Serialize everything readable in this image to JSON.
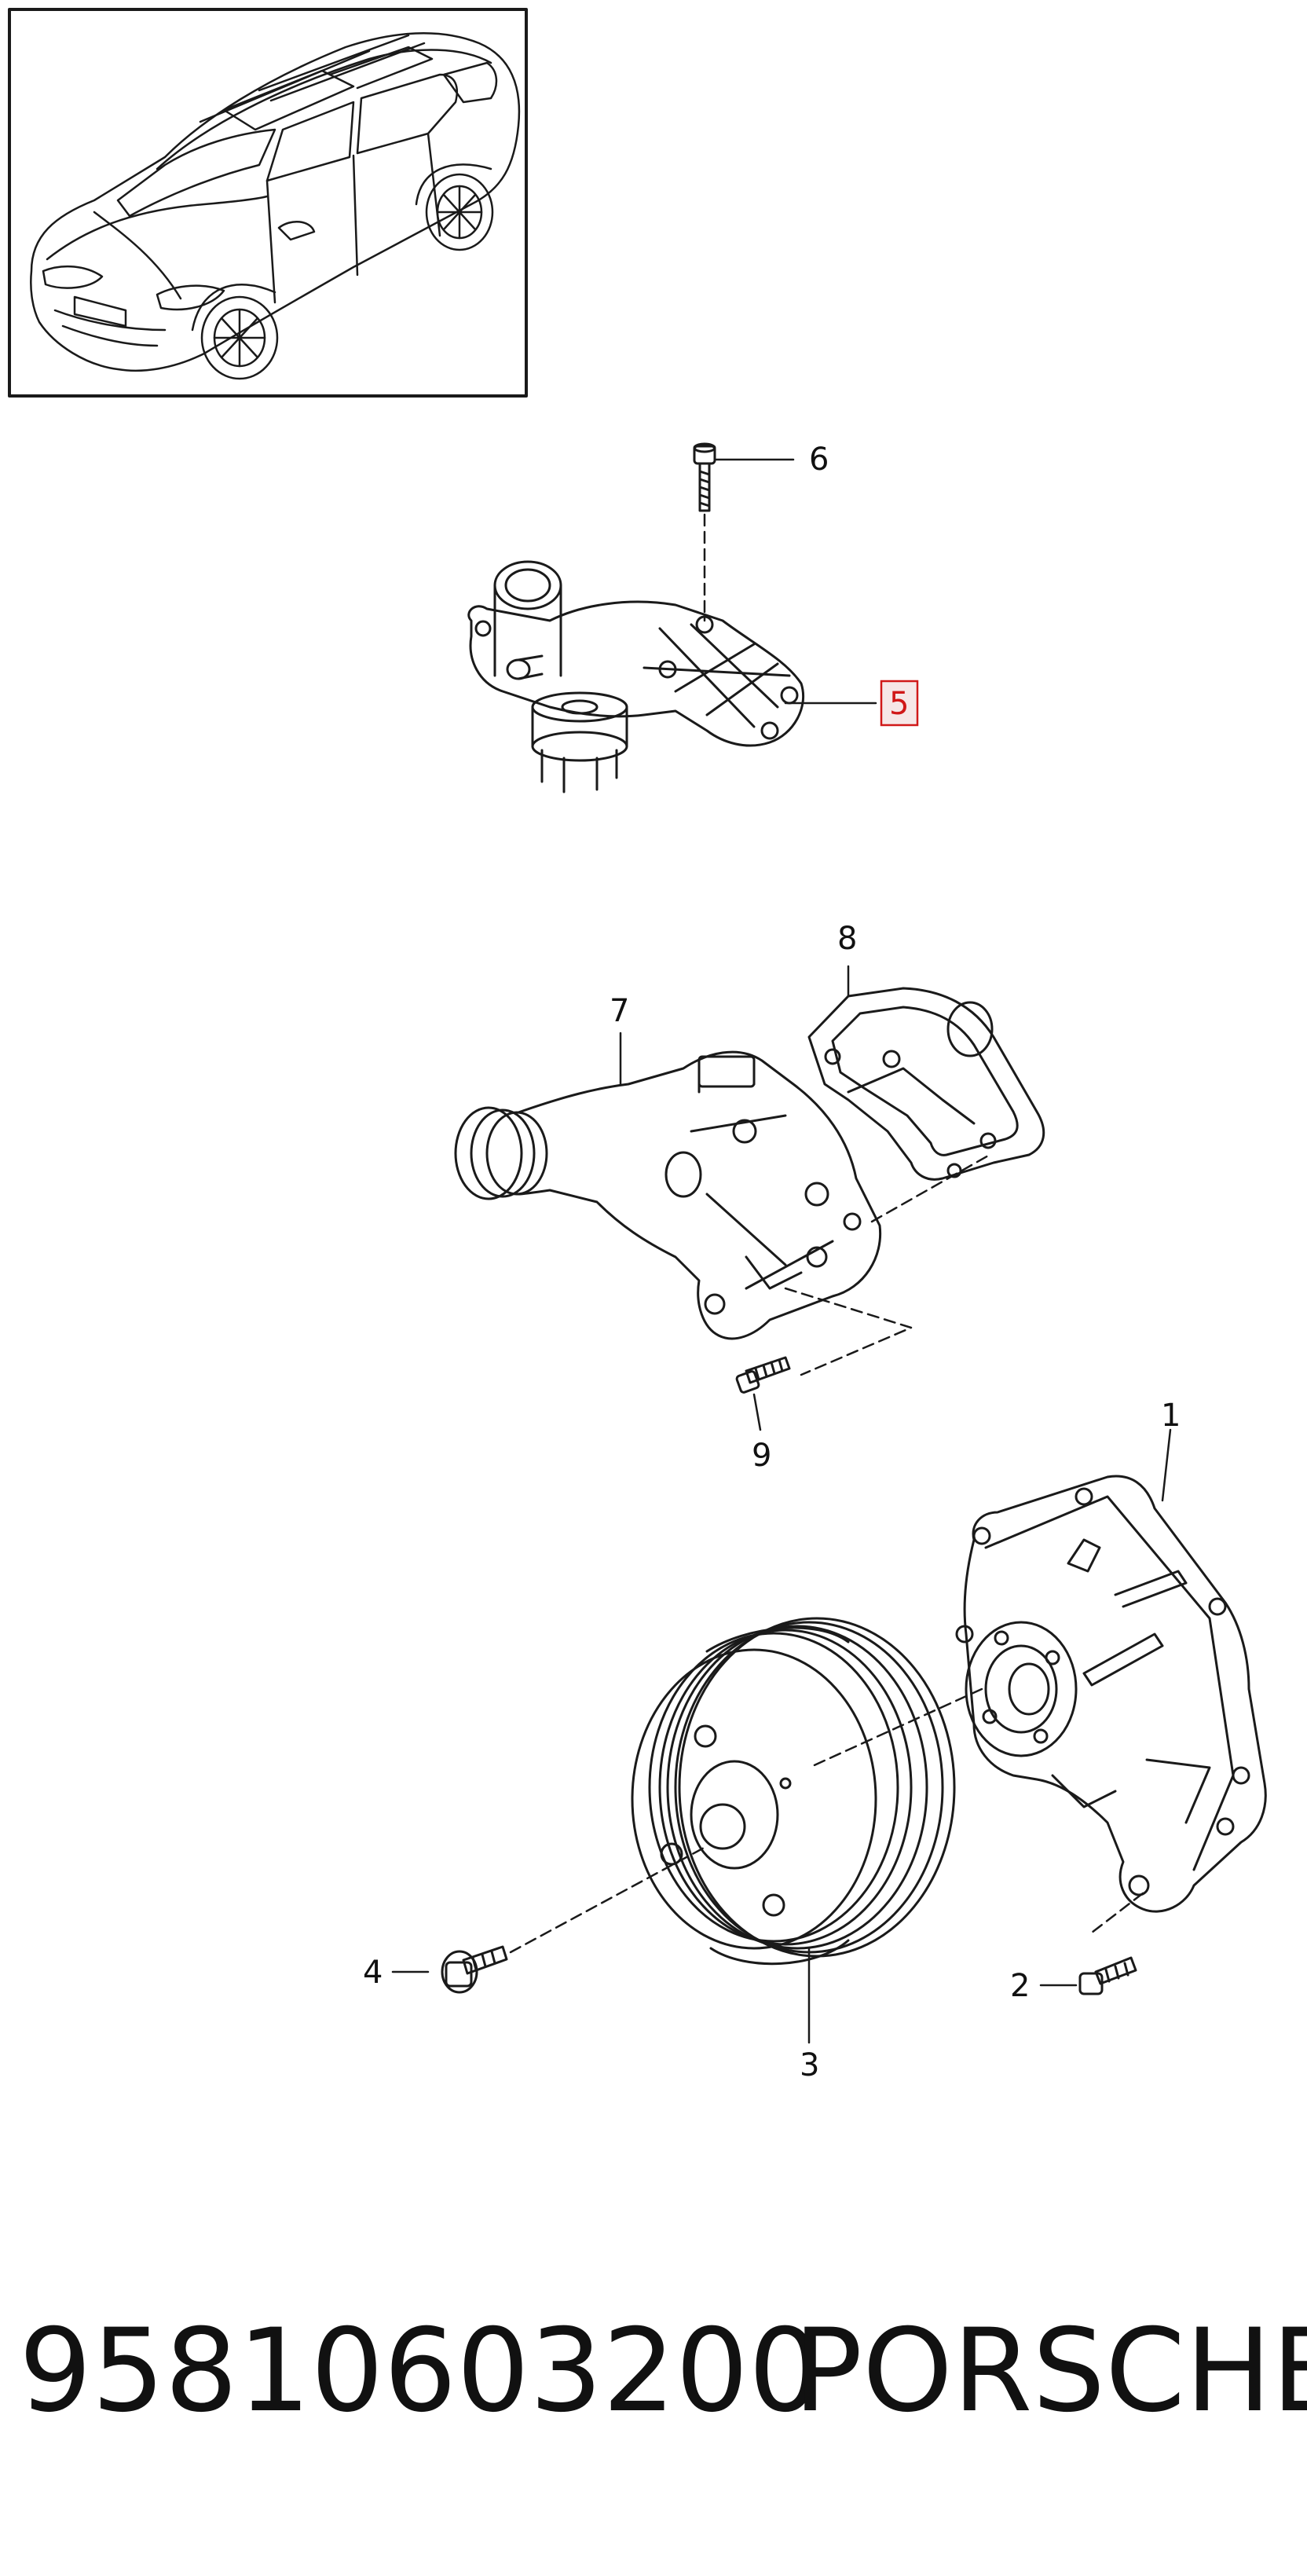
{
  "callouts": {
    "c1": "1",
    "c2": "2",
    "c3": "3",
    "c4": "4",
    "c5": "5",
    "c6": "6",
    "c7": "7",
    "c8": "8",
    "c9": "9"
  },
  "highlighted_callout": "5",
  "colors": {
    "line": "#1a1a1a",
    "highlight": "#d01818",
    "highlight_fill": "#f6e7e7"
  },
  "footer": {
    "part_number": "95810603200",
    "brand": "PORSCHE"
  }
}
